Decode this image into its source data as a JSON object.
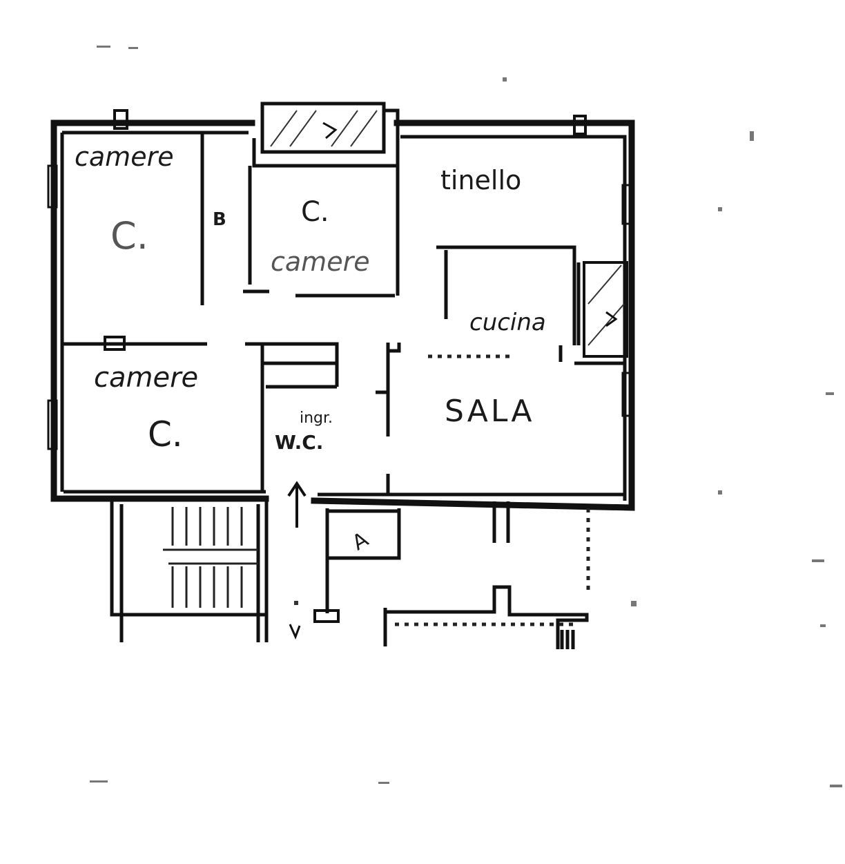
{
  "labels": {
    "room_top_left": "camere",
    "letter_top_left": "C.",
    "bath_mark": "B",
    "letter_top_mid": "C.",
    "room_top_mid": "camere",
    "room_kitchen_area": "tinello",
    "room_kitchen": "cucina",
    "room_bottom_left": "camere",
    "letter_bottom_left": "C.",
    "entrance": "ingr.",
    "wc": "W.C.",
    "room_living": "SALA",
    "stair_mark": "A"
  }
}
